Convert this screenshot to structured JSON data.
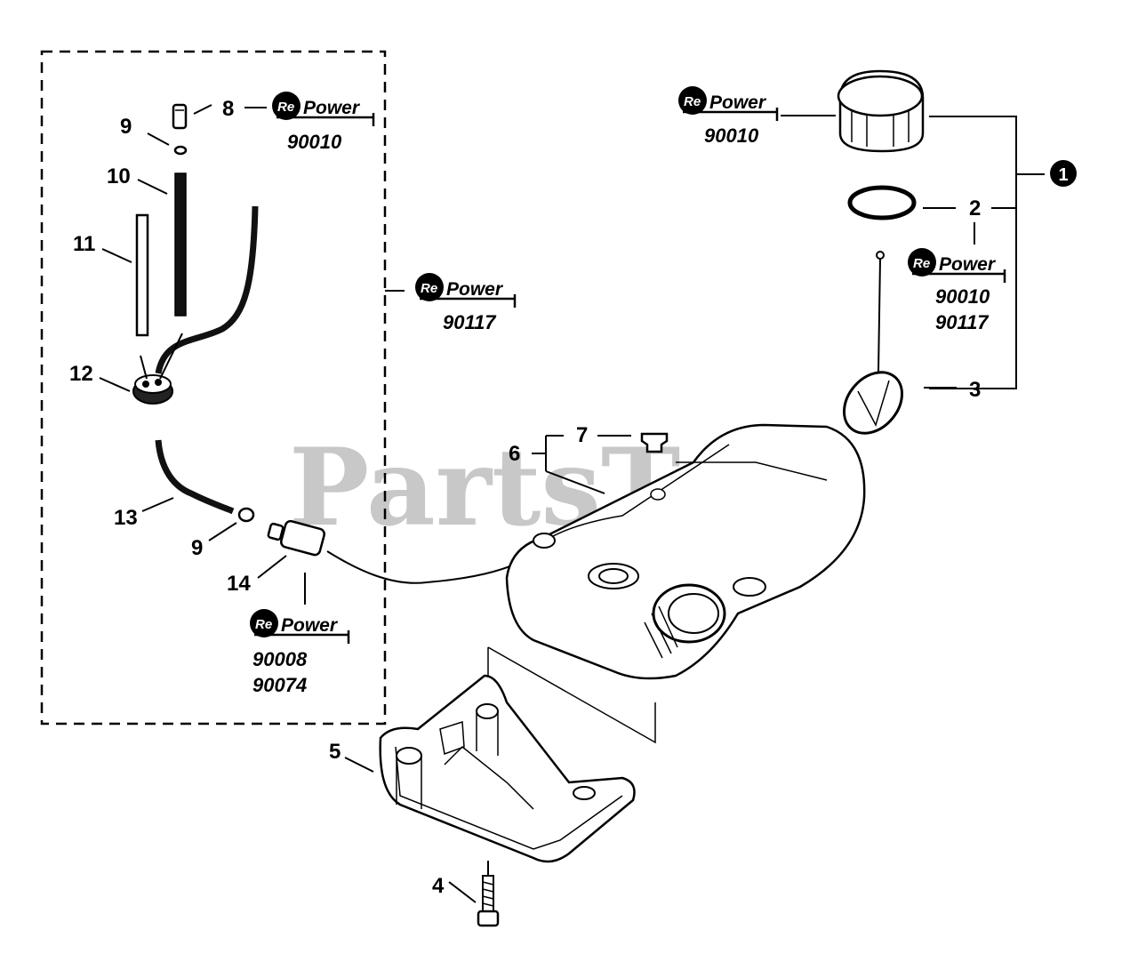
{
  "watermark": "PartsTree",
  "watermark_tm": "™",
  "repower_logo": {
    "re": "Re",
    "power": "Power"
  },
  "callouts": {
    "c1": "1",
    "c2": "2",
    "c3": "3",
    "c4": "4",
    "c5": "5",
    "c6": "6",
    "c7": "7",
    "c8": "8",
    "c9a": "9",
    "c9b": "9",
    "c10": "10",
    "c11": "11",
    "c12": "12",
    "c13": "13",
    "c14": "14"
  },
  "kits": {
    "k8": [
      "90010"
    ],
    "kdash": [
      "90117"
    ],
    "kcap": [
      "90010"
    ],
    "k2": [
      "90010",
      "90117"
    ],
    "k14": [
      "90008",
      "90074"
    ]
  },
  "colors": {
    "line": "#000000",
    "watermark": "#c8c8c8",
    "badge": "#000000"
  }
}
